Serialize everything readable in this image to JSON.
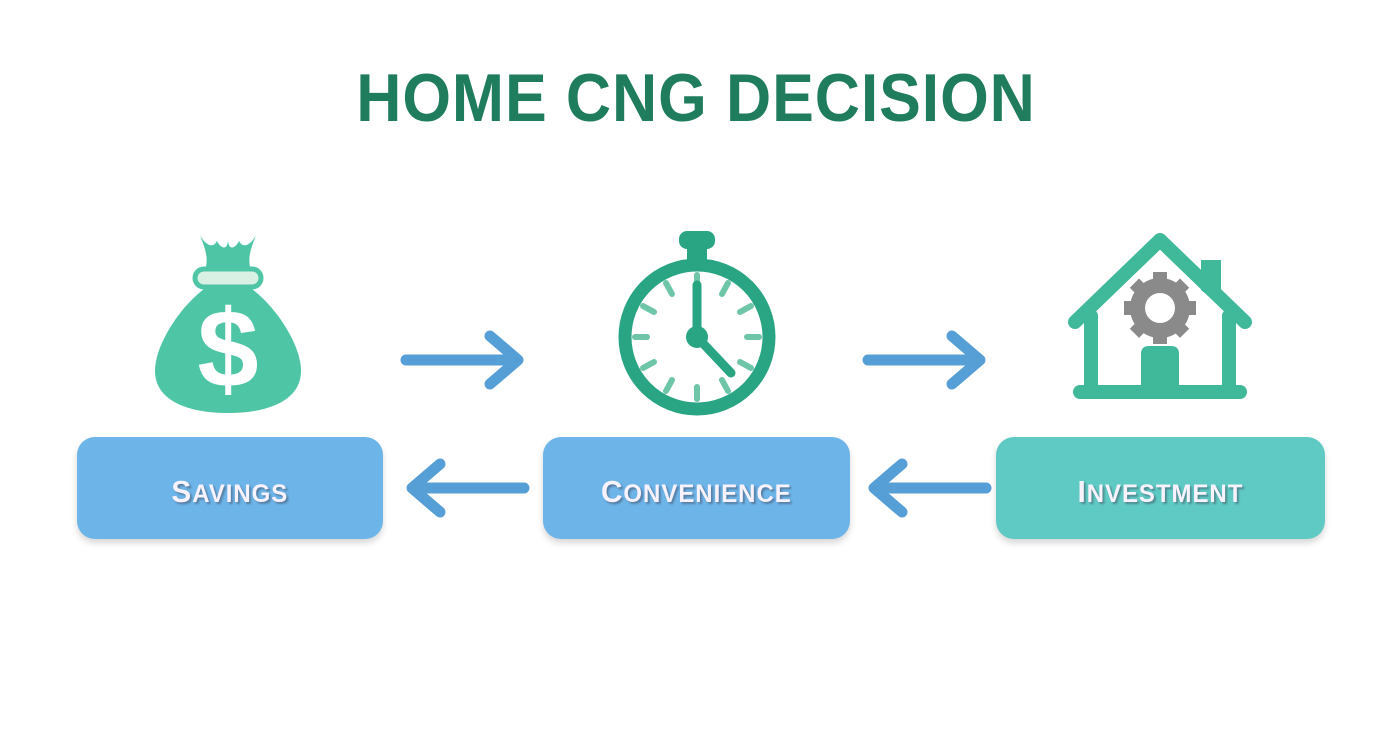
{
  "page": {
    "background_color": "#ffffff",
    "title": "HOME CNG DECISION",
    "title_color": "#1f7c5c"
  },
  "colors": {
    "title_green": "#1f7c5c",
    "icon_green": "#2aa584",
    "icon_mint": "#4ec5a5",
    "box_blue": "#6db4e8",
    "box_teal": "#5fc9c4",
    "arrow_blue": "#559fd6",
    "gear_grey": "#8a8a8a",
    "label_text": "#f7f2fb"
  },
  "icons": [
    {
      "name": "money-bag-icon",
      "label": "money bag with dollar sign",
      "color": "#4ec5a5"
    },
    {
      "name": "stopwatch-icon",
      "label": "stopwatch / timer",
      "color": "#2aa584"
    },
    {
      "name": "house-gear-icon",
      "label": "house with gear",
      "color": "#3fb99a"
    }
  ],
  "arrows": [
    {
      "name": "arrow-right-savings-to-convenience",
      "direction": "right"
    },
    {
      "name": "arrow-right-convenience-to-investment",
      "direction": "right"
    },
    {
      "name": "arrow-left-convenience-to-savings",
      "direction": "left"
    },
    {
      "name": "arrow-left-investment-to-convenience",
      "direction": "left"
    }
  ],
  "boxes": [
    {
      "name": "savings",
      "lead": "S",
      "rest": "AVINGS",
      "full": "SAVINGS",
      "color": "#6db4e8"
    },
    {
      "name": "convenience",
      "lead": "C",
      "rest": "ONVENIENCE",
      "full": "CONVENIENCE",
      "color": "#6db4e8"
    },
    {
      "name": "investment",
      "lead": "I",
      "rest": "NVESTMENT",
      "full": "INVESTMENT",
      "color": "#5fc9c4"
    }
  ],
  "chart_data": {
    "type": "diagram",
    "title": "HOME CNG DECISION",
    "nodes": [
      "Savings",
      "Convenience",
      "Investment"
    ],
    "node_icons": [
      "money bag",
      "stopwatch",
      "house with gear"
    ],
    "edges": [
      {
        "from": "Savings",
        "to": "Convenience",
        "direction": "right"
      },
      {
        "from": "Convenience",
        "to": "Investment",
        "direction": "right"
      },
      {
        "from": "Convenience",
        "to": "Savings",
        "direction": "left"
      },
      {
        "from": "Investment",
        "to": "Convenience",
        "direction": "left"
      }
    ],
    "layout": "horizontal 3-step flow with bidirectional arrows"
  }
}
